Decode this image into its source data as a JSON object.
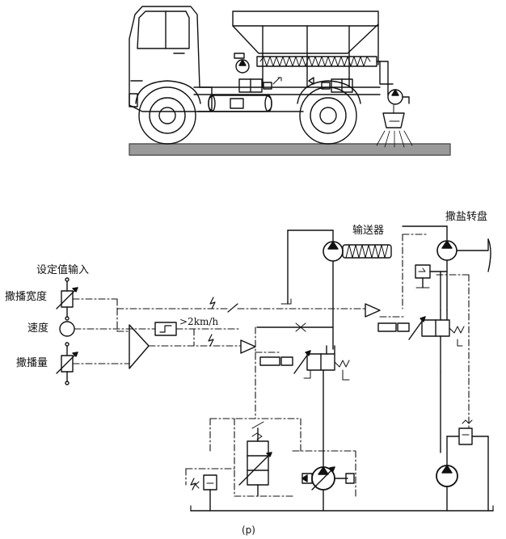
{
  "labels": {
    "setpoint_input": "设定值输入",
    "spread_width": "撒播宽度",
    "speed": "速度",
    "spread_amount": "撒播量",
    "conveyor": "输送器",
    "salt_turntable": "撒盐转盘",
    "speed_threshold": ">2km/h",
    "caption": "(p)"
  },
  "colors": {
    "stroke": "#111111",
    "ground": "#9a9a9a"
  }
}
